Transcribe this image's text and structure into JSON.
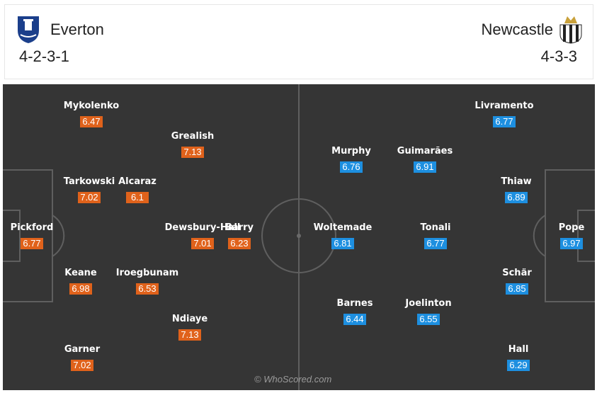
{
  "home": {
    "name": "Everton",
    "formation": "4-2-3-1",
    "crest": "everton-crest",
    "color": "#e0621b",
    "players": [
      {
        "name": "Mykolenko",
        "rating": "6.47"
      },
      {
        "name": "Grealish",
        "rating": "7.13"
      },
      {
        "name": "Tarkowski",
        "rating": "7.02"
      },
      {
        "name": "Alcaraz",
        "rating": "6.1"
      },
      {
        "name": "Pickford",
        "rating": "6.77"
      },
      {
        "name": "Dewsbury-Hall",
        "rating": "7.01"
      },
      {
        "name": "Barry",
        "rating": "6.23"
      },
      {
        "name": "Keane",
        "rating": "6.98"
      },
      {
        "name": "Iroegbunam",
        "rating": "6.53"
      },
      {
        "name": "Ndiaye",
        "rating": "7.13"
      },
      {
        "name": "Garner",
        "rating": "7.02"
      }
    ]
  },
  "away": {
    "name": "Newcastle",
    "formation": "4-3-3",
    "crest": "newcastle-crest",
    "color": "#1d8fe0",
    "players": [
      {
        "name": "Livramento",
        "rating": "6.77"
      },
      {
        "name": "Murphy",
        "rating": "6.76"
      },
      {
        "name": "Guimarães",
        "rating": "6.91"
      },
      {
        "name": "Thiaw",
        "rating": "6.89"
      },
      {
        "name": "Woltemade",
        "rating": "6.81"
      },
      {
        "name": "Tonali",
        "rating": "6.77"
      },
      {
        "name": "Pope",
        "rating": "6.97"
      },
      {
        "name": "Schär",
        "rating": "6.85"
      },
      {
        "name": "Barnes",
        "rating": "6.44"
      },
      {
        "name": "Joelinton",
        "rating": "6.55"
      },
      {
        "name": "Hall",
        "rating": "6.29"
      }
    ]
  },
  "watermark": "© WhoScored.com"
}
